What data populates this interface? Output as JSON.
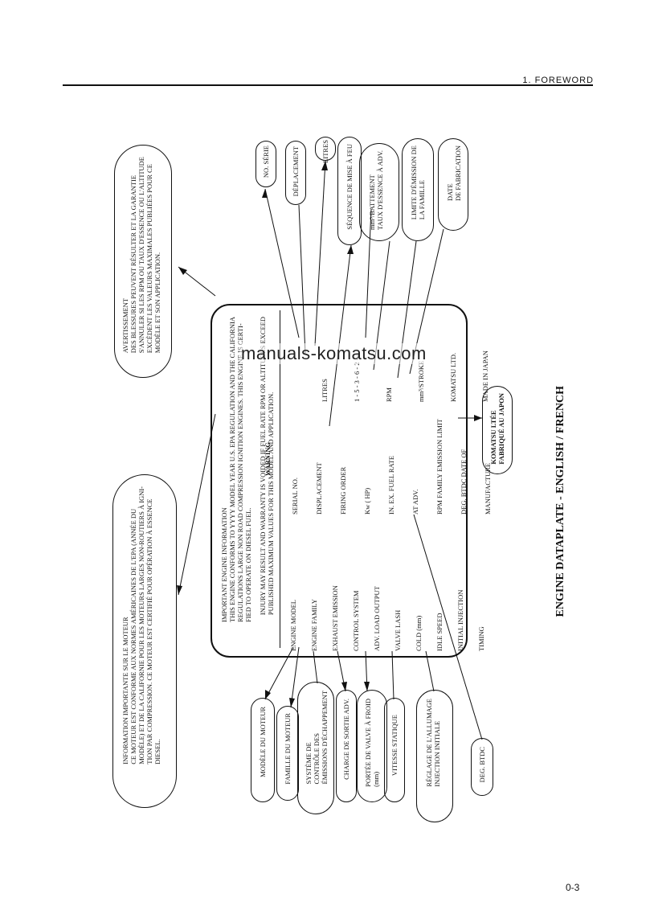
{
  "header": {
    "chapter": "1. FOREWORD"
  },
  "watermark": "manuals-komatsu.com",
  "caption": "ENGINE DATAPLATE - ENGLISH / FRENCH",
  "page_number": "0-3",
  "plate": {
    "intro": "IMPORTANT ENGINE INFORMATION\nTHIS ENGINE CONFORMS TO YYYY MODEL YEAR U.S. EPA REGULATION AND THE CALIFORNIA\nREGULATIONS LARGE NON ROAD COMPRESSION IGNITION ENGINES. THIS ENGINE IS CERTI-\nFIED TO OPERATE ON DIESEL FUEL.",
    "warning_title": "WARNING",
    "warning_text": "INJURY MAY RESULT AND WARRANTY IS VOIDED IF FUEL RATE RPM OR ALTITUDES EXCEED\nPUBLISHED MAXIMUM VALUES FOR THIS MODEL AND APPLICATION.",
    "col_left": "ENGINE MODEL\nENGINE FAMILY\nEXHAUST EMISSION\nCONTROL SYSTEM\nADV. LOAD OUTPUT\nVALVE LASH\nCOLD (mm)\nIDLE SPEED\nINITIAL INJECTION\nTIMING",
    "col_mid": "SERIAL NO.\nDISPLACEMENT\nFIRING ORDER\nKw (          HP)\nIN.      EX.  FUEL RATE\nAT ADV.\nRPM  FAMILY EMISSION LIMIT\nDEG. BTDC  DATE OF MANUFACTURE",
    "col_right": "LITRES\n1 - 5 - 3 - 6 - 2 - 4\nRPM\nmm³/STROKE\nKOMATSU LTD.\nMADE IN JAPAN"
  },
  "callouts": {
    "avert_fr": "AVERTISSEMENT\nDES BLESSURES PEUVENT RÉSULTER ET LA GARANTIE\nS'ANNULER SI LES RPM OU TAUX D'ESSENCE OU L'ALTITUDE\nEXCÈDENT LES VALEURS MAXIMALES PUBLIÉES POUR CE\nMODÈLE ET SON APPLICATION.",
    "info_fr": "INFORMATION IMPORTANTE SUR LE MOTEUR\nCE MOTEUR EST CONFORME AUX NORMES AMÉRICAINES DE L'EPA (ANNÉE DU\nMODÈLE) ET DE LA CALIFORNIE POUR LES MOTEURS LARGES NON-ROUTIERS À IGNI-\nTION PAR COMPRESSION. CE MOTEUR EST CERTIFIÉ POUR OPÉRATION À ESSENCE\nDIESEL.",
    "no_serie": "NO. SÉRIE",
    "deplacement": "DÉPLACEMENT",
    "litres": "LITRES",
    "sequence": "SÉQUENCE DE MISE À FEU",
    "taux": "mm³/BATTEMENT\nTAUX D'ESSENCE À ADV.",
    "limite": "LIMITE D'ÉMISSION DE\nLA FAMILLE",
    "date_fab": "DATE\nDE FABRICATION",
    "komatsu_fr": "KOMATSU LTÉE\nFABRIQUÉ AU JAPON",
    "modele": "MODÈLE DU MOTEUR",
    "famille": "FAMILLE DU MOTEUR",
    "systeme": "SYSTÈME DE\nCONTRÔLE DES\nÉMISSIONS D'ÉCHAPPEMENT",
    "charge": "CHARGE DE SORTIE ADV.",
    "portee": "PORTÉE DE VALVE À FROID\n(mm)",
    "vitesse": "VITESSE STATIQUE",
    "reglage": "RÉGLAGE DE L'ALLUMAGE\nINJECTION INITIALE",
    "deg_btdc": "DEG. BTDC"
  }
}
